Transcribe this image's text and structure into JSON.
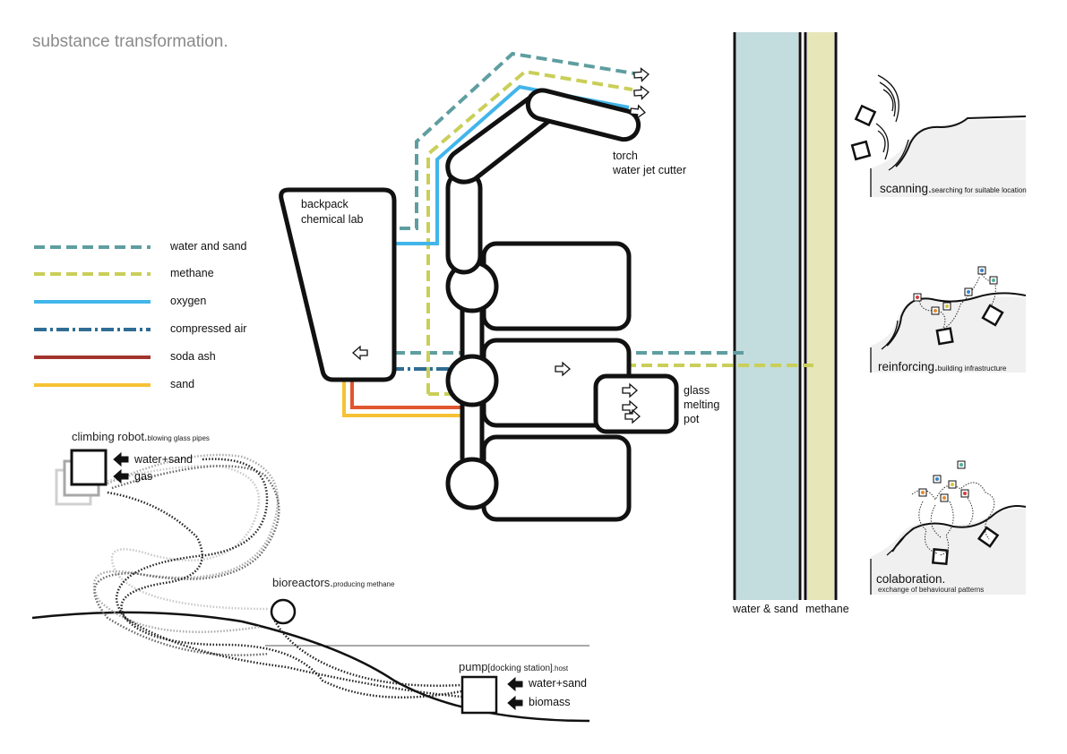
{
  "title": "substance transformation.",
  "legend": [
    {
      "label": "water and sand",
      "color": "#5f9ea0",
      "style": "dashed"
    },
    {
      "label": "methane",
      "color": "#c9cf58",
      "style": "dashed"
    },
    {
      "label": "oxygen",
      "color": "#42b5ea",
      "style": "solid"
    },
    {
      "label": "compressed air",
      "color": "#2f6d94",
      "style": "dashdot"
    },
    {
      "label": "soda ash",
      "color": "#a3342d",
      "style": "solid"
    },
    {
      "label": "sand",
      "color": "#f6c235",
      "style": "solid"
    }
  ],
  "robot": {
    "backpack": "backpack",
    "chemical_lab": "chemical lab",
    "torch": "torch",
    "water_jet_cutter": "water jet cutter",
    "glass": "glass",
    "melting": "melting",
    "pot": "pot"
  },
  "tanks": {
    "water_sand": "water & sand",
    "methane": "methane",
    "water_sand_color": "#c3dcdd",
    "methane_color": "#e6e6b8"
  },
  "climbing": {
    "main": "climbing robot.",
    "sub": "blowing glass pipes",
    "input1": "water+sand",
    "input2": "gas"
  },
  "bioreactors": {
    "main": "bioreactors.",
    "sub": "producing methane"
  },
  "pump": {
    "main": "pump",
    "bracket": "[docking station]",
    "sub": ".host",
    "input1": "water+sand",
    "input2": "biomass"
  },
  "panels": [
    {
      "main": "scanning.",
      "sub": "searching for suitable location"
    },
    {
      "main": "reinforcing.",
      "sub": "building infrastructure"
    },
    {
      "main": "colaboration.",
      "sub": "exchange of behavioural patterns"
    }
  ]
}
